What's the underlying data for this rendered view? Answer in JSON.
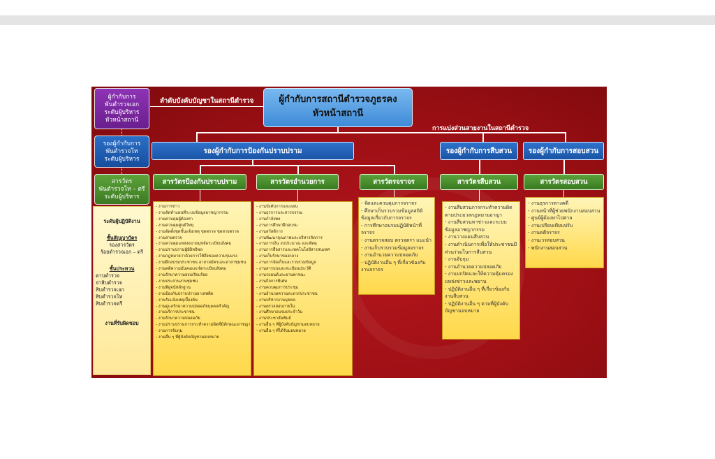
{
  "chart": {
    "title_line1": "ผู้กำกับการสถานีตำรวจภูธรคง",
    "title_line2": "หัวหน้าสถานี",
    "command_label": "ลำดับบังคับบัญชาในสถานีตำรวจ",
    "division_label": "การแบ่งส่วนสายงานในสถานีตำรวจ"
  },
  "left_boxes": {
    "b1": [
      "ผู้กำกับการ",
      "พันตำรวจเอก",
      "ระดับผู้บริหาร",
      "หัวหน้าสถานี"
    ],
    "b2": [
      "รองผู้กำกับการ",
      "พันตำรวจโท",
      "ระดับผู้บริหาร"
    ],
    "b3": [
      "สารวัตร",
      "พันตำรวจโท – ตรี",
      "ระดับผู้บริหาร"
    ]
  },
  "legend": {
    "level": "ระดับผู้ปฏิบัติงาน",
    "officers_title": "ชั้นสัญญาบัตร",
    "officers": [
      "รองสารวัตร",
      "ร้อยตำรวจเอก – ตรี"
    ],
    "ncos_title": "ชั้นประทวน",
    "ncos": [
      "ดาบตำรวจ",
      "จ่าสิบตำรวจ",
      "สิบตำรวจเอก",
      "สิบตำรวจโท",
      "สิบตำรวจตรี"
    ],
    "footer": "งานที่รับผิดชอบ"
  },
  "departments": [
    "รองผู้กำกับการป้องกันปราบปราม",
    "รองผู้กำกับการสืบสวน",
    "รองผู้กำกับการสอบสวน"
  ],
  "sections": [
    "สารวัตรป้องกันปราบปราม",
    "สารวัตรอำนวยการ",
    "สารวัตรจราจร",
    "สารวัตรสืบสวน",
    "สารวัตรสอบสวน"
  ],
  "tasks": {
    "prevention": [
      "งานการข่าว",
      "งานจัดทำแผนที่ระบบข้อมูลอาชญากรรม",
      "งานควบคุมผู้ต้องหา",
      "งานควบคุมศูนย์วิทยุ",
      "งานจัดตั้งชุดชั้นแจ้งเหตุ ชุดตรวจ ชุดสายตรวจ",
      "งานสายตรวจ",
      "งานควบคุมแหล่งอบายมุขจัดระเบียบสังคม",
      "งานปราบปรามผู้มีอิทธิพล",
      "งานกฎหมายว่าด้วยการใช้สิ่งของความรุนแรง",
      "งานฝึกอบรมประชาชน อาสาสมัครและอาสาชุมชน",
      "งานคดีความมั่นคงและจัดระเบียบสังคม",
      "งานรักษาความสงบเรียบร้อย",
      "งานประสานงานชุมชน",
      "งานพิสูจน์หลักฐาน",
      "งานป้องกันปราบปรามยาเสพติด",
      "งานรับแจ้งเหตุเบื้องต้น",
      "งานดูแลรักษาความปลอดภัยบุคคลสำคัญ",
      "งานบริการประชาชน",
      "งานรักษาความปลอดภัย",
      "งานปราบปรามการกระทำความผิดที่มีลักษณะอาชญากรรม",
      "งานการจับกุม",
      "งานอื่น ๆ ที่ผู้บังคับบัญชามอบหมาย"
    ],
    "admin": [
      "งานบังคับการและแผน",
      "งานธุรการและสารบรรณ",
      "งานกำลังพล",
      "งานการศึกษาฝึกอบรม",
      "งานสวัสดิการ",
      "งานพัฒนาคุณภาพและบริหารจัดการ",
      "งานการเงิน งบประมาณ และพัสดุ",
      "งานการสื่อสารและเทคโนโลยีสารสนเทศ",
      "งานเก็บรักษาของกลาง",
      "งานการจัดเก็บและรวบรวมข้อมูล",
      "งานสารบบและทะเบียนประวัติ",
      "งานรถยนต์และยานพาหนะ",
      "งานกิจการพิเศษ",
      "งานควบคุมการประชุม",
      "งานอำนวยความสะดวกประชาชน",
      "งานบริหารงานบุคคล",
      "งานตรวจสอบภายใน",
      "งานศึกษาอบรมประจำวัน",
      "งานประชาสัมพันธ์",
      "งานอื่น ๆ ที่ผู้บังคับบัญชามอบหมาย",
      "งานอื่น ๆ ที่ได้รับมอบหมาย"
    ],
    "traffic": [
      "จัดและควบคุมการจราจร",
      "ศึกษาเก็บรวบรวมข้อมูลสถิติข้อมูลเกี่ยวกับการจราจร",
      "การศึกษาอบรมปฏิบัติหน้าที่จราจร",
      "งานตรวจสอบ ตรวจตรา แนะนำ",
      "งานเก็บรวบรวมข้อมูลจราจร",
      "งานอำนวยความปลอดภัย",
      "ปฏิบัติงานอื่น ๆ ที่เกี่ยวข้องกับงานจราจร"
    ],
    "investigation": [
      "งานสืบสวนการกระทำความผิดตามประมวลกฎหมายอาญา",
      "งานสืบสวนหาข่าวและระบบข้อมูลอาชญากรรม",
      "งานวางแผนสืบสวน",
      "งานดำเนินการเพื่อให้ประชาชนมีส่วนร่วมในการสืบสวน",
      "งานจับกุม",
      "งานอำนวยความปลอดภัย",
      "งานปกปิดและให้ความคุ้มครองแหล่งข่าวและพยาน",
      "ปฏิบัติงานอื่น ๆ ที่เกี่ยวข้องกับงานสืบสวน",
      "ปฏิบัติงานอื่น ๆ ตามที่ผู้บังคับบัญชามอบหมาย"
    ],
    "inquiry": [
      "งานธุรการทางคดี",
      "งานหน้าที่ผู้ช่วยพนักงานสอบสวน",
      "ศูนย์ผู้ต้องหาไปศาล",
      "งานเปรียบเทียบปรับ",
      "งานคดีจราจร",
      "งานเวรสอบสวน",
      "พนักงานสอบสวน"
    ]
  }
}
